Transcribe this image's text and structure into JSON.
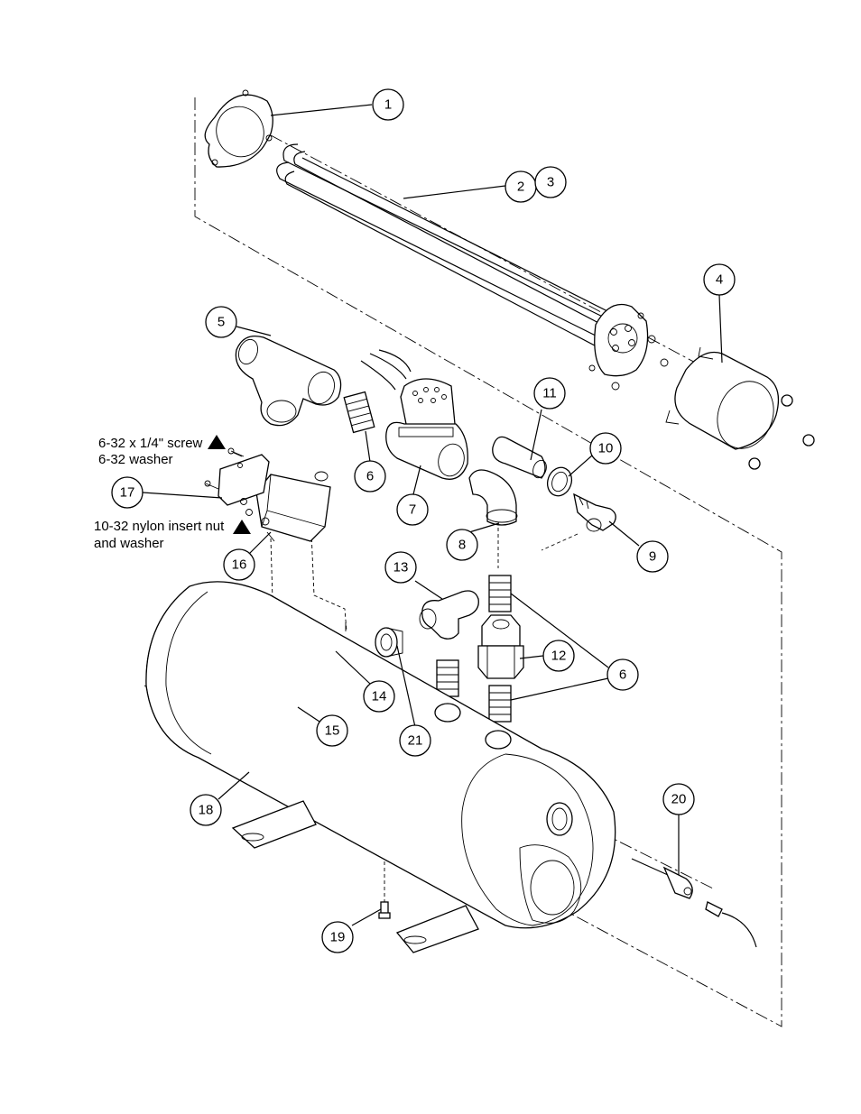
{
  "callouts": [
    {
      "id": "1",
      "label": "1"
    },
    {
      "id": "2",
      "label": "2"
    },
    {
      "id": "3",
      "label": "3"
    },
    {
      "id": "4",
      "label": "4"
    },
    {
      "id": "5",
      "label": "5"
    },
    {
      "id": "6a",
      "label": "6"
    },
    {
      "id": "6b",
      "label": "6"
    },
    {
      "id": "7",
      "label": "7"
    },
    {
      "id": "8",
      "label": "8"
    },
    {
      "id": "9",
      "label": "9"
    },
    {
      "id": "10",
      "label": "10"
    },
    {
      "id": "11",
      "label": "11"
    },
    {
      "id": "12",
      "label": "12"
    },
    {
      "id": "13",
      "label": "13"
    },
    {
      "id": "14",
      "label": "14"
    },
    {
      "id": "15",
      "label": "15"
    },
    {
      "id": "16",
      "label": "16"
    },
    {
      "id": "17",
      "label": "17"
    },
    {
      "id": "18",
      "label": "18"
    },
    {
      "id": "19",
      "label": "19"
    },
    {
      "id": "20",
      "label": "20"
    },
    {
      "id": "21",
      "label": "21"
    }
  ],
  "notes": {
    "screw_line1": "6-32 x 1/4\" screw",
    "screw_line2": "6-32 washer",
    "nut_line1": "10-32 nylon insert nut",
    "nut_line2": "and washer"
  }
}
